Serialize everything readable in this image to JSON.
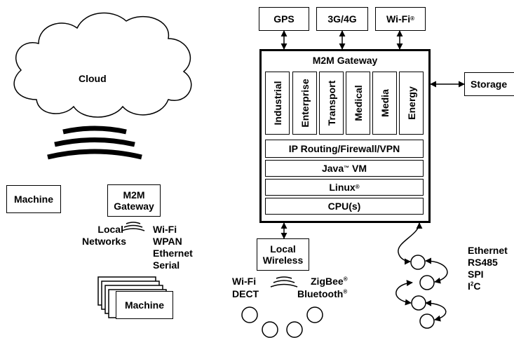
{
  "cloud": {
    "label": "Cloud"
  },
  "left": {
    "machine_label": "Machine",
    "m2m_gateway_line1": "M2M",
    "m2m_gateway_line2": "Gateway",
    "local_networks_line1": "Local",
    "local_networks_line2": "Networks",
    "protocols": [
      "Wi-Fi",
      "WPAN",
      "Ethernet",
      "Serial"
    ],
    "machine_stack_label": "Machine"
  },
  "top_boxes": {
    "gps": "GPS",
    "cellular": "3G/4G",
    "wifi": "Wi-Fi",
    "wifi_mark": "®"
  },
  "gateway": {
    "title": "M2M Gateway",
    "verticals": [
      "Industrial",
      "Enterprise",
      "Transport",
      "Medical",
      "Media",
      "Energy"
    ],
    "ip_routing": "IP Routing/Firewall/VPN",
    "java": "Java",
    "java_mark": "™",
    "java_suffix": " VM",
    "linux": "Linux",
    "linux_mark": "®",
    "cpu": "CPU(s)"
  },
  "storage": {
    "label": "Storage"
  },
  "local_wireless": {
    "line1": "Local",
    "line2": "Wireless",
    "wifi": "Wi-Fi",
    "dect": "DECT",
    "zigbee": "ZigBee",
    "zigbee_mark": "®",
    "bluetooth": "Bluetooth",
    "bluetooth_mark": "®"
  },
  "wired": {
    "ethernet": "Ethernet",
    "rs485": "RS485",
    "spi": "SPI",
    "i2c_prefix": "I",
    "i2c_sup": "2",
    "i2c_suffix": "C"
  }
}
